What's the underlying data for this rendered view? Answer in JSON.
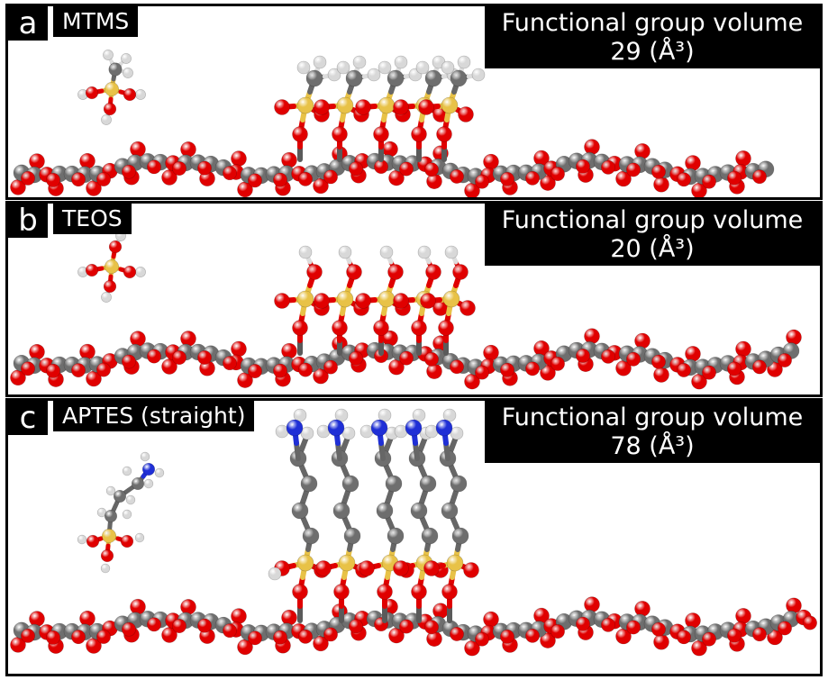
{
  "panels": [
    {
      "letter": "a",
      "molecule": "MTMS",
      "fg_title": "Functional group volume",
      "fg_value": "29 (Å³)"
    },
    {
      "letter": "b",
      "molecule": "TEOS",
      "fg_title": "Functional group volume",
      "fg_value": "20 (Å³)"
    },
    {
      "letter": "c",
      "molecule": "APTES (straight)",
      "fg_title": "Functional group volume",
      "fg_value": "78 (Å³)"
    }
  ],
  "colors": {
    "carbon": "#6e6e6e",
    "oxygen": "#e00000",
    "hydrogen": "#f2f2f2",
    "silicon": "#e8c247",
    "nitrogen": "#1f2fd6",
    "label_bg": "#000000",
    "label_text": "#ffffff"
  }
}
